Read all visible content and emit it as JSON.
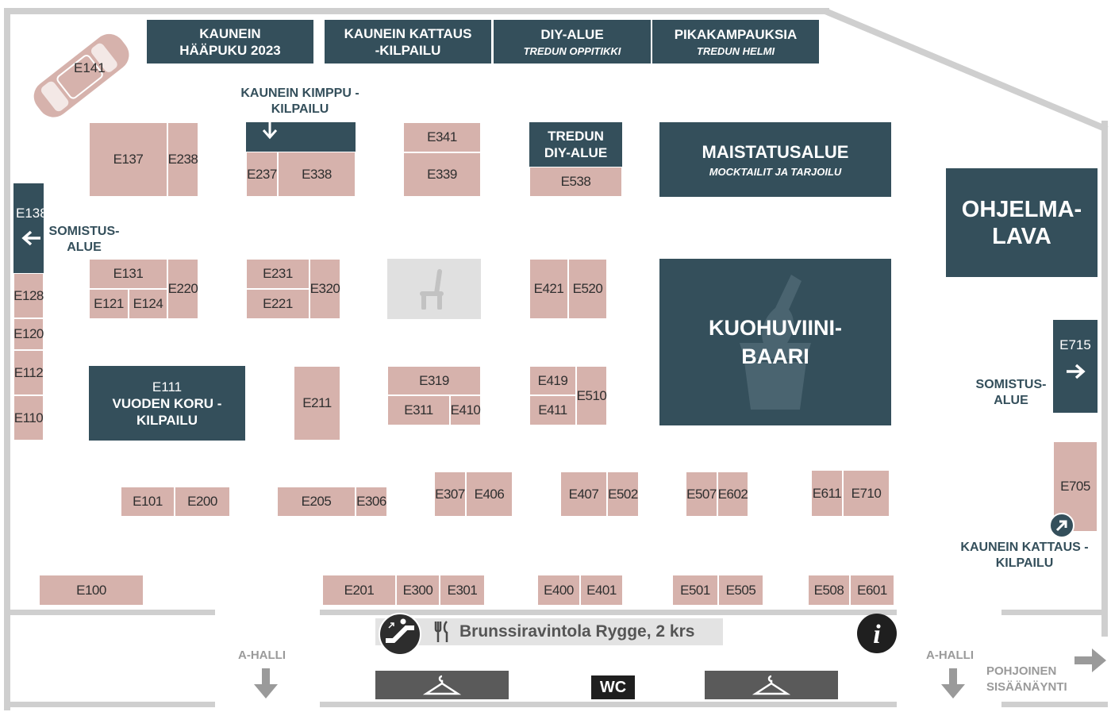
{
  "top_banners": {
    "haapuku": {
      "title": "KAUNEIN HÄÄPUKU 2023"
    },
    "kattaus": {
      "title": "KAUNEIN KATTAUS -KILPAILU"
    },
    "diy": {
      "title": "DIY-ALUE",
      "subtitle": "TREDUN OPPITIKKI"
    },
    "pika": {
      "title": "PIKAKAMPAUKSIA",
      "subtitle": "TREDUN HELMI"
    }
  },
  "areas": {
    "kimppu_label": "KAUNEIN KIMPPU -KILPAILU",
    "tredun_diy": "TREDUN DIY-ALUE",
    "maistatus_title": "MAISTATUSALUE",
    "maistatus_sub": "MOCKTAILIT JA TARJOILU",
    "ohjelma": "OHJELMA- LAVA",
    "kuohu": "KUOHUVIINI- BAARI",
    "e111_code": "E111",
    "e111_title": "VUODEN KORU -KILPAILU",
    "somistus_left": "SOMISTUS- ALUE",
    "somistus_right": "SOMISTUS- ALUE",
    "kattaus_right": "KAUNEIN KATTAUS -KILPAILU",
    "e138": "E138",
    "e715": "E715"
  },
  "stands": {
    "E141": "E141",
    "E137": "E137",
    "E238": "E238",
    "E237": "E237",
    "E338": "E338",
    "E341": "E341",
    "E339": "E339",
    "E538": "E538",
    "E131": "E131",
    "E121": "E121",
    "E124": "E124",
    "E220": "E220",
    "E231": "E231",
    "E221": "E221",
    "E320": "E320",
    "E421": "E421",
    "E520": "E520",
    "E128": "E128",
    "E120": "E120",
    "E112": "E112",
    "E110": "E110",
    "E211": "E211",
    "E319": "E319",
    "E311": "E311",
    "E410": "E410",
    "E419": "E419",
    "E411": "E411",
    "E510": "E510",
    "E101": "E101",
    "E200": "E200",
    "E205": "E205",
    "E306": "E306",
    "E307": "E307",
    "E406": "E406",
    "E407": "E407",
    "E502": "E502",
    "E507": "E507",
    "E602": "E602",
    "E611": "E611",
    "E710": "E710",
    "E705": "E705",
    "E100": "E100",
    "E201": "E201",
    "E300": "E300",
    "E301": "E301",
    "E400": "E400",
    "E401": "E401",
    "E501": "E501",
    "E505": "E505",
    "E508": "E508",
    "E601": "E601"
  },
  "bottom": {
    "restaurant": "Brunssiravintola Rygge, 2 krs",
    "wc": "WC",
    "a_halli_left": "A-HALLI",
    "a_halli_right": "A-HALLI",
    "entrance": "POHJOINEN SISÄÄNÄYNTI"
  },
  "icons": [
    "car-icon",
    "arrow-down-icon",
    "arrow-left-icon",
    "arrow-right-icon",
    "arrow-up-right-icon",
    "chair-icon",
    "bottle-bucket-icon",
    "escalator-icon",
    "cutlery-icon",
    "info-icon",
    "hanger-icon",
    "arrow-grey-down-icon",
    "arrow-grey-right-icon"
  ],
  "colors": {
    "navy": "#344f5b",
    "stand": "#d6b2ac",
    "wall": "#cfcfcf",
    "grey": "#9a9a9a"
  }
}
